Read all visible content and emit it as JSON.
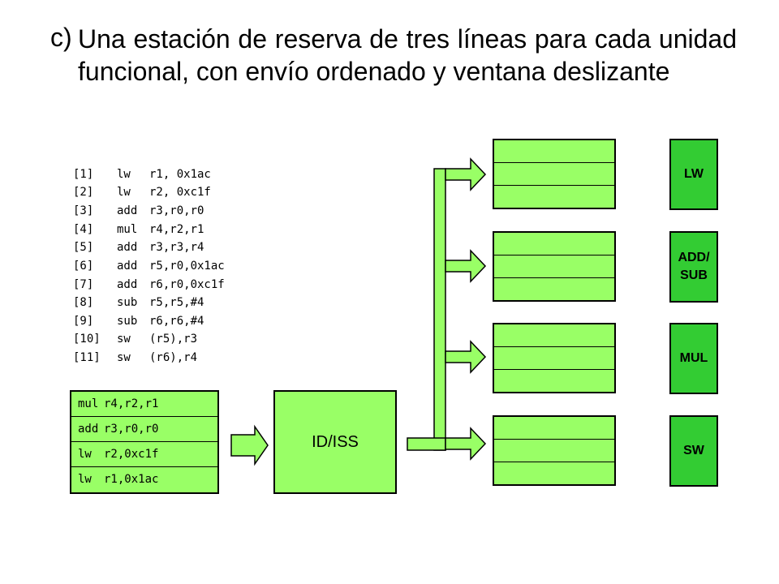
{
  "title": {
    "label": "c)",
    "text": "Una estación de reserva de tres líneas para cada unidad funcional, con envío ordenado y ventana deslizante"
  },
  "program": [
    {
      "num": "[1]",
      "op": "lw",
      "args": "r1, 0x1ac"
    },
    {
      "num": "[2]",
      "op": "lw",
      "args": "r2, 0xc1f"
    },
    {
      "num": "[3]",
      "op": "add",
      "args": "r3,r0,r0"
    },
    {
      "num": "[4]",
      "op": "mul",
      "args": "r4,r2,r1"
    },
    {
      "num": "[5]",
      "op": "add",
      "args": "r3,r3,r4"
    },
    {
      "num": "[6]",
      "op": "add",
      "args": "r5,r0,0x1ac"
    },
    {
      "num": "[7]",
      "op": "add",
      "args": "r6,r0,0xc1f"
    },
    {
      "num": "[8]",
      "op": "sub",
      "args": "r5,r5,#4"
    },
    {
      "num": "[9]",
      "op": "sub",
      "args": "r6,r6,#4"
    },
    {
      "num": "[10]",
      "op": "sw",
      "args": "(r5),r3"
    },
    {
      "num": "[11]",
      "op": "sw",
      "args": "(r6),r4"
    }
  ],
  "queue": [
    {
      "op": "mul",
      "args": "r4,r2,r1"
    },
    {
      "op": "add",
      "args": "r3,r0,r0"
    },
    {
      "op": "lw",
      "args": "r2,0xc1f"
    },
    {
      "op": "lw",
      "args": "r1,0x1ac"
    }
  ],
  "issue_unit": {
    "label": "ID/ISS"
  },
  "functional_units": [
    {
      "label": "LW"
    },
    {
      "label": "ADD/\nSUB"
    },
    {
      "label": "MUL"
    },
    {
      "label": "SW"
    }
  ],
  "colors": {
    "light_green": "#99ff66",
    "unit_green": "#33cc33",
    "outline": "#000000"
  }
}
